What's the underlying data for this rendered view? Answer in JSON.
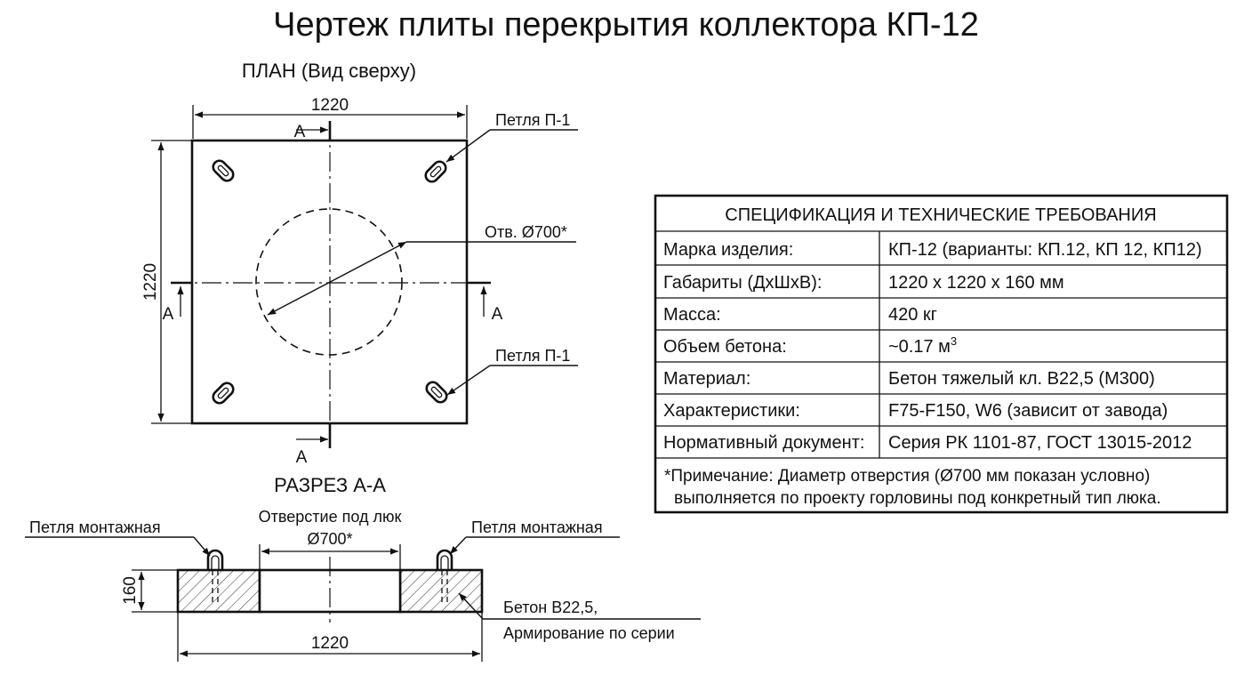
{
  "title": "Чертеж плиты перекрытия коллектора КП-12",
  "plan": {
    "heading": "ПЛАН (Вид сверху)",
    "dim_width": "1220",
    "dim_height": "1220",
    "section_mark": "А",
    "loop_label": "Петля П-1",
    "hole_label": "Отв. Ø700*"
  },
  "section": {
    "heading": "РАЗРЕЗ А-А",
    "loop_label": "Петля монтажная",
    "hole_label_line1": "Отверстие под люк",
    "hole_label_line2": "Ø700*",
    "dim_height": "160",
    "dim_width": "1220",
    "concrete_line1": "Бетон В22,5,",
    "concrete_line2": "Армирование по серии"
  },
  "spec": {
    "header": "СПЕЦИФИКАЦИЯ И ТЕХНИЧЕСКИЕ ТРЕБОВАНИЯ",
    "rows": [
      {
        "name": "Марка изделия:",
        "value": "КП-12 (варианты: КП.12, КП 12, КП12)"
      },
      {
        "name": "Габариты (ДхШхВ):",
        "value": "1220 x 1220 x 160 мм"
      },
      {
        "name": "Масса:",
        "value": "420 кг"
      },
      {
        "name": "Объем бетона:",
        "value": "~0.17 м",
        "sup": "3"
      },
      {
        "name": "Материал:",
        "value": "Бетон тяжелый кл. В22,5 (М300)"
      },
      {
        "name": "Характеристики:",
        "value": "F75-F150, W6 (зависит от завода)"
      },
      {
        "name": "Нормативный документ:",
        "value": "Серия РК 1101-87, ГОСТ 13015-2012"
      }
    ],
    "note_line1": "*Примечание: Диаметр отверстия (Ø700 мм показан условно)",
    "note_line2": "выполняется по проекту горловины под конкретный тип люка."
  }
}
